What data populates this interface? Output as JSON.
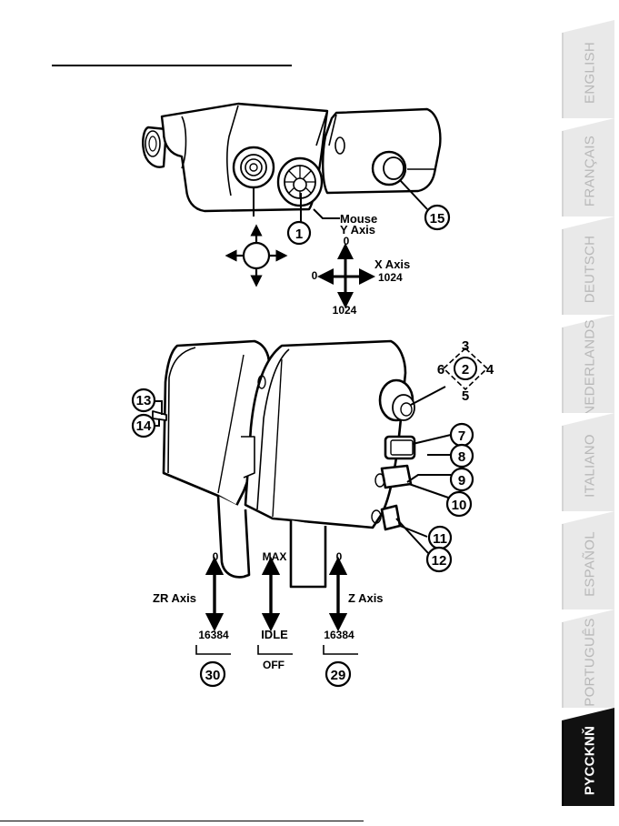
{
  "tabs": [
    {
      "label": "ENGLISH",
      "active": false
    },
    {
      "label": "FRANÇAIS",
      "active": false
    },
    {
      "label": "DEUTSCH",
      "active": false
    },
    {
      "label": "NEDERLANDS",
      "active": false
    },
    {
      "label": "ITALIANO",
      "active": false
    },
    {
      "label": "ESPAÑOL",
      "active": false
    },
    {
      "label": "PORTUGUÊS",
      "active": false
    },
    {
      "label": "PYCCKNŇ",
      "active": true
    }
  ],
  "top_diagram": {
    "mouse_label_1": "Mouse",
    "mouse_label_2": "Y Axis",
    "y_axis_top": "0",
    "x_axis_label": "X Axis",
    "x_axis_left": "0",
    "x_axis_right": "1024",
    "y_axis_bottom": "1024",
    "callout_1": "1",
    "callout_15": "15"
  },
  "bottom_diagram": {
    "hat_up": "3",
    "hat_center": "2",
    "hat_left": "6",
    "hat_right": "4",
    "hat_down": "5",
    "callouts": [
      "13",
      "14",
      "7",
      "8",
      "9",
      "10",
      "11",
      "12"
    ],
    "zr_top": "0",
    "zr_label": "ZR Axis",
    "zr_bottom": "16384",
    "max_label": "MAX",
    "idle_label": "IDLE",
    "off_label": "OFF",
    "z_top": "0",
    "z_label": "Z Axis",
    "z_bottom": "16384",
    "callout_30": "30",
    "callout_29": "29"
  }
}
